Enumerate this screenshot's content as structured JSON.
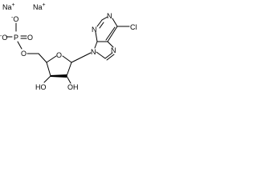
{
  "molecule": {
    "counterions": {
      "sodium_1": "Na",
      "sodium_1_charge": "+",
      "sodium_2": "Na",
      "sodium_2_charge": "+"
    },
    "phosphate": {
      "oxide_top": "O",
      "oxide_top_charge": "-",
      "oxide_left": "O",
      "oxide_left_charge": "-",
      "phosphorus": "P",
      "oxo": "O",
      "ester_oxygen": "O"
    },
    "ribose": {
      "ring_oxygen": "O",
      "hydroxyl_3": "HO",
      "hydroxyl_2": "OH"
    },
    "base": {
      "n1": "N",
      "n3": "N",
      "n7": "N",
      "n9": "N",
      "chloro": "Cl"
    }
  }
}
